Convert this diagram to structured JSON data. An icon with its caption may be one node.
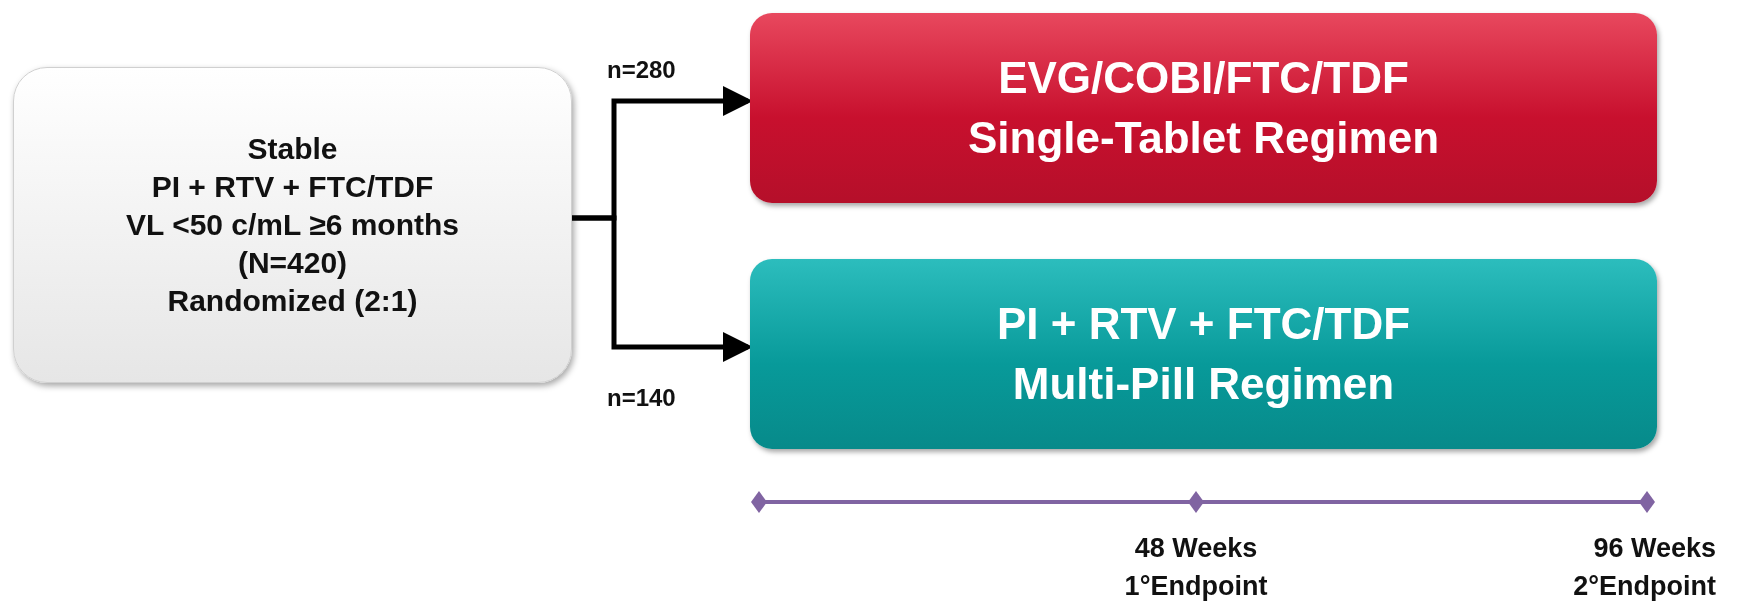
{
  "diagram": {
    "nodes": [
      {
        "text": [
          "Stable",
          "PI + RTV + FTC/TDF",
          "VL <50 c/mL ≥6 months",
          "(N=420)",
          "Randomized (2:1)"
        ]
      },
      {
        "text": [
          "EVG/COBI/FTC/TDF",
          "Single-Tablet Regimen"
        ]
      },
      {
        "text": [
          "PI + RTV + FTC/TDF",
          "Multi-Pill Regimen"
        ]
      }
    ],
    "edges": [
      {
        "from": 0,
        "to": 1,
        "arrow": "to",
        "label": "n=280"
      },
      {
        "from": 0,
        "to": 2,
        "arrow": "to",
        "label": "n=140"
      }
    ],
    "labels": [
      "48 Weeks 1°Endpoint",
      "96 Weeks 2°Endpoint"
    ]
  }
}
